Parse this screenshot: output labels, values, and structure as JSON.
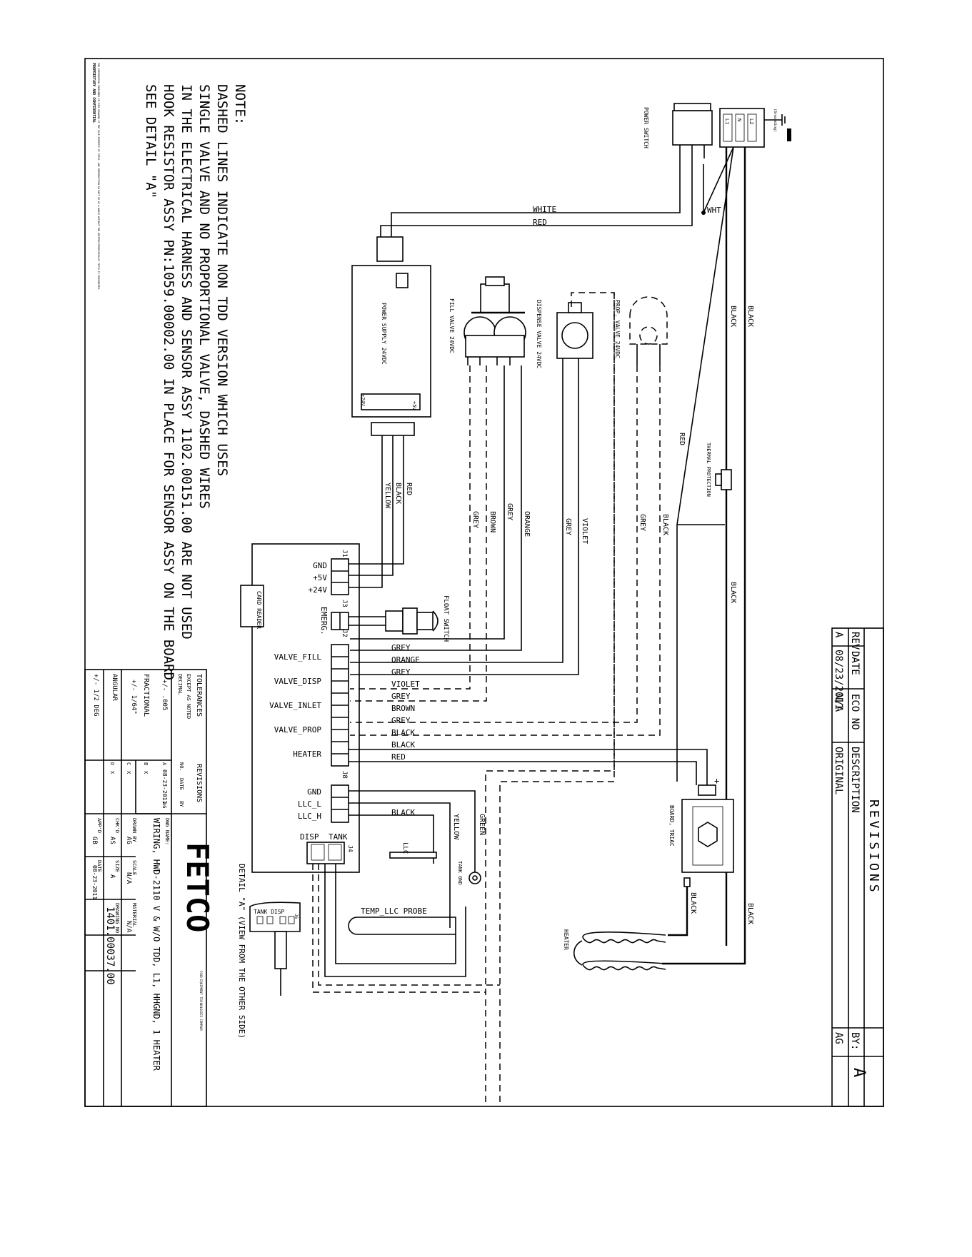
{
  "note": {
    "heading": "NOTE:",
    "lines": [
      "DASHED LINES INDICATE NON TDD VERSION WHICH USES",
      "SINGLE VALVE AND NO PROPORTIONAL VALVE, DASHED WIRES",
      "IN THE ELECTRICAL HARNESS AND SENSOR ASSY 1102.00151.00 ARE NOT USED",
      "HOOK RESISTOR ASSY PN:1059.00002.00 IN PLACE FOR SENSOR ASSY ON THE BOARD",
      "SEE DETAIL \"A\""
    ]
  },
  "proprietary": {
    "title": "PROPRIETARY AND CONFIDENTIAL",
    "text": "THE INFORMATION CONTAINED IN THIS DRAWING IS THE SOLE PROPERTY OF FETCO. ANY REPRODUCTION IN PART OR AS A WHOLE WITHOUT THE WRITTEN PERMISSION OF FETCO IS PROHIBITED."
  },
  "components": {
    "power_switch": "POWER SWITCH",
    "ground": "(Grounding)",
    "terminal_block": [
      "L1",
      "L2",
      "N"
    ],
    "power_supply": "POWER SUPPLY 24VDC",
    "power_supply_pins": [
      "+5V",
      "+24V"
    ],
    "fill_valve": "FILL VALVE 24VDC",
    "dispense_valve": "DISPENSE VALVE 24VDC",
    "prop_valve": "PROP. VALVE 24VDC",
    "thermal_protection": "THERMAL PROTECTION",
    "float_switch": "FLOAT SWITCH",
    "card_reader": "CARD READER",
    "board_triac": "BOARD, TRIAC",
    "heater": "HEATER",
    "llc": "LLC",
    "tank_gnd": "TANK GND",
    "temp_probe": "TEMP_LLC PROBE",
    "detail_a": "DETAIL \"A\" (VIEW FROM THE OTHER SIDE)",
    "detail_box": "TANK DISP",
    "j6": "J6",
    "disp": "DISP",
    "tank": "TANK",
    "plus": "+"
  },
  "board": {
    "j1": {
      "tag": "J1",
      "pins": [
        "GND",
        "+5V",
        "+24V"
      ]
    },
    "j3": {
      "tag": "J3",
      "pins": [
        "EMERG."
      ]
    },
    "j2": {
      "tag": "J2",
      "pins": [
        "VALVE_FILL",
        "VALVE_DISP",
        "VALVE_INLET",
        "VALVE_PROP",
        "HEATER"
      ]
    },
    "j8": {
      "tag": "J8",
      "pins": [
        "GND",
        "LLC_L",
        "LLC_H"
      ]
    },
    "j4": "J4"
  },
  "wires": {
    "white": "WHITE",
    "red": "RED",
    "wht": "WHT",
    "black1": "BLACK",
    "black2": "BLACK",
    "red2": "RED",
    "ps_red": "RED",
    "ps_black": "BLACK",
    "ps_yellow": "YELLOW",
    "orange": "ORANGE",
    "grey1": "GREY",
    "brown": "BROWN",
    "grey2": "GREY",
    "violet": "VIOLET",
    "grey3": "GREY",
    "black3": "BLACK",
    "grey4": "GREY",
    "black4": "BLACK",
    "black5": "BLACK",
    "black6": "BLACK",
    "green": "GREEN",
    "yellow2": "YELLOW",
    "black7": "BLACK",
    "j2_labels": [
      "GREY",
      "ORANGE",
      "GREY",
      "VIOLET",
      "GREY",
      "BROWN",
      "GREY",
      "BLACK",
      "BLACK",
      "RED"
    ]
  },
  "revisions": {
    "title": "REVISIONS",
    "headers": [
      "REV",
      "DATE",
      "ECO NO",
      "DESCRIPTION",
      "BY:"
    ],
    "row": [
      "A",
      "08/23/2011",
      "N/A",
      "ORIGINAL",
      "AG"
    ],
    "rev_letter": "A"
  },
  "title_block": {
    "tolerances": "TOLERANCES",
    "except": "EXCEPT AS NOTED",
    "decimal": "DECIMAL",
    "decimal_val": "+/- .005",
    "fractional": "FRACTIONAL",
    "fractional_val": "+/- 1/64\"",
    "angular": "ANGULAR",
    "angular_val": "+/- 1/2 DEG",
    "rev_title": "REVISIONS",
    "rev_headers": [
      "NO.",
      "DATE",
      "BY"
    ],
    "rev_rows": [
      [
        "A",
        "08-23-2011",
        "AG"
      ],
      [
        "B",
        "X",
        ""
      ],
      [
        "C",
        "X",
        ""
      ],
      [
        "D",
        "X",
        ""
      ]
    ],
    "company": "FETCO",
    "company_info": "FOOD EQUIPMENT TECHNOLOGIES COMPANY",
    "dwg_name_label": "DWG NAME:",
    "dwg_name": "WIRING, HWD-2110 V & W/O TDD, L1, HHGND, 1 HEATER",
    "drawn_by_label": "DRAWN BY",
    "drawn_by": "AG",
    "scale_label": "SCALE",
    "scale": "N/A",
    "material_label": "MATERIAL",
    "material": "N/A",
    "chkd_label": "CHK'D",
    "chkd": "AS",
    "size_label": "SIZE",
    "size": "A",
    "drawing_no_label": "DRAWING NO.",
    "drawing_no": "1401.00037.00",
    "appd_label": "APP'D",
    "appd": "GB",
    "date_label": "DATE",
    "date": "08-23-2011"
  }
}
